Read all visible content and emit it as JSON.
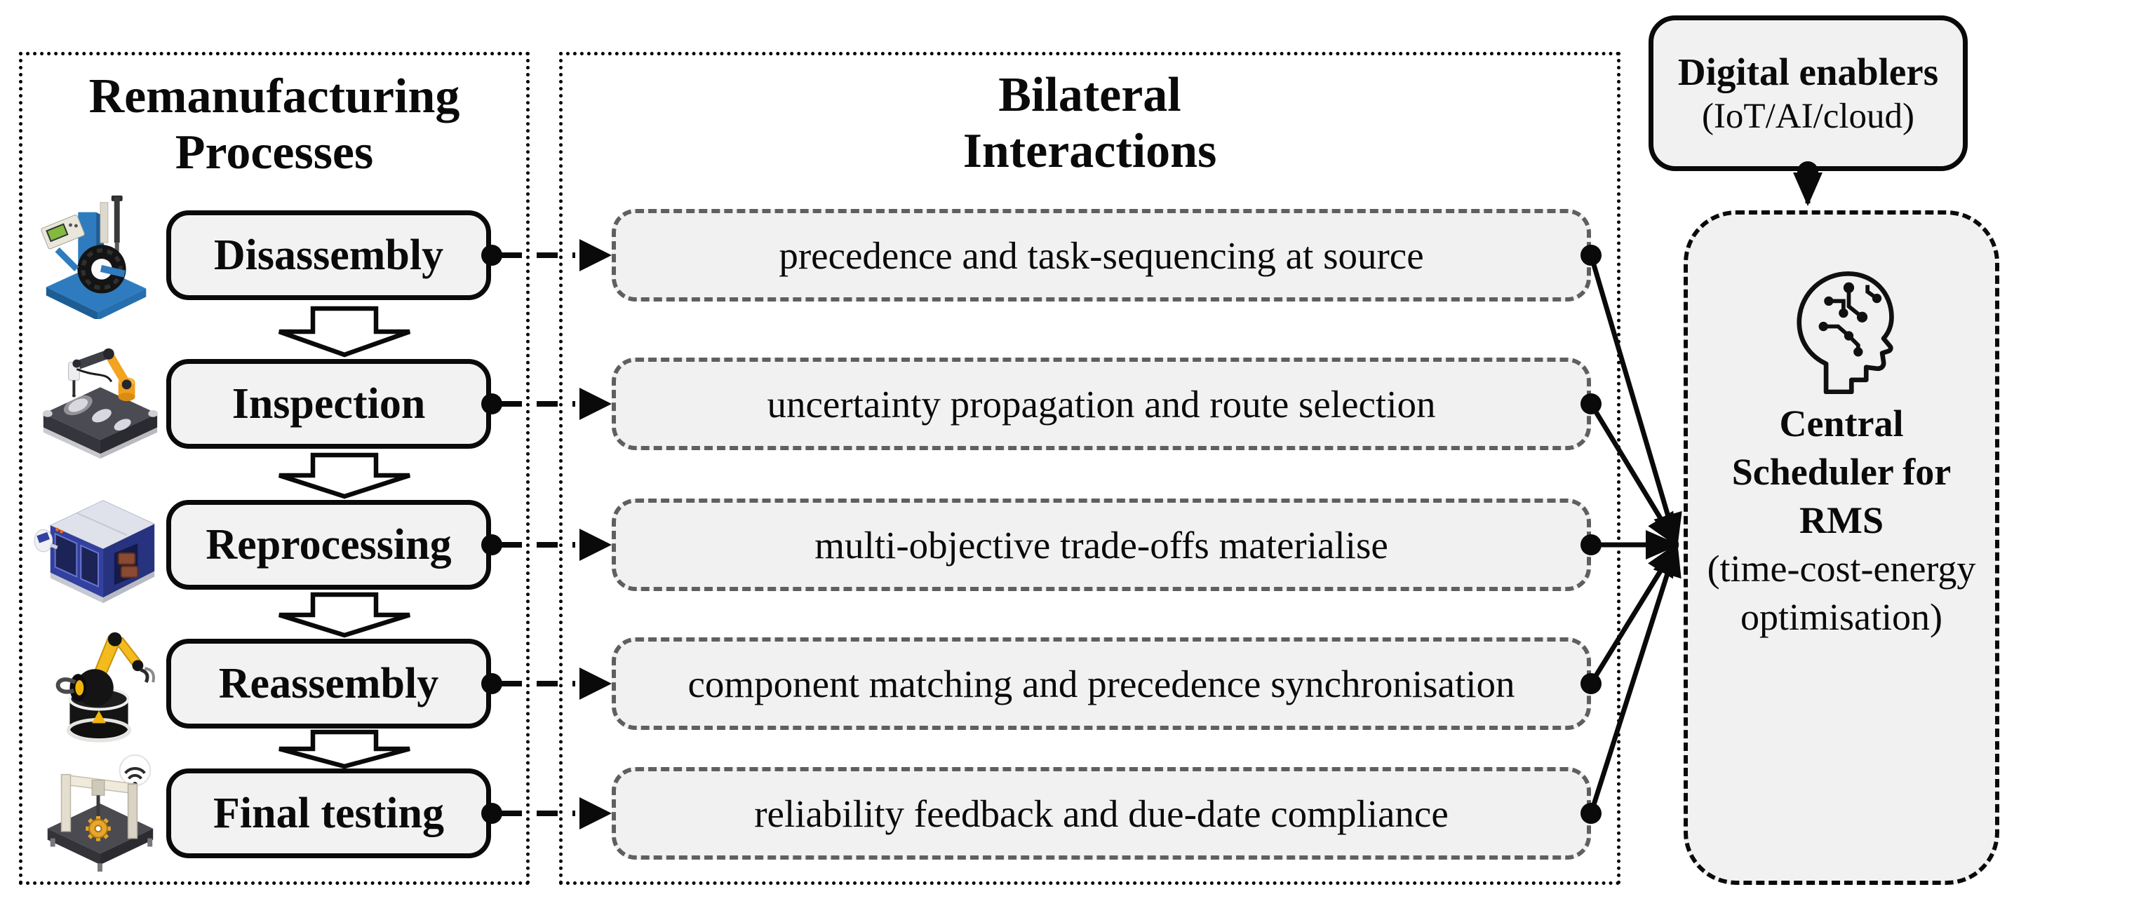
{
  "left_panel": {
    "title_line1": "Remanufacturing",
    "title_line2": "Processes",
    "processes": [
      {
        "label": "Disassembly",
        "icon": "tire-changer-icon"
      },
      {
        "label": "Inspection",
        "icon": "inspection-robot-icon"
      },
      {
        "label": "Reprocessing",
        "icon": "cnc-machine-icon"
      },
      {
        "label": "Reassembly",
        "icon": "assembly-robot-icon"
      },
      {
        "label": "Final testing",
        "icon": "cmm-machine-icon"
      }
    ]
  },
  "middle_panel": {
    "title_line1": "Bilateral",
    "title_line2": "Interactions",
    "interactions": [
      {
        "label": "precedence and task-sequencing at source"
      },
      {
        "label": "uncertainty propagation and route selection"
      },
      {
        "label": "multi-objective trade-offs materialise"
      },
      {
        "label": "component matching and precedence synchronisation"
      },
      {
        "label": "reliability feedback and due-date compliance"
      }
    ]
  },
  "digital_enablers": {
    "title": "Digital enablers",
    "subtitle": "(IoT/AI/cloud)"
  },
  "central_scheduler": {
    "icon": "ai-head-icon",
    "line1": "Central",
    "line2": "Scheduler for",
    "line3": "RMS",
    "line4": "(time-cost-energy",
    "line5": "optimisation)"
  },
  "colors": {
    "box_fill": "#f1f1f1",
    "box_border": "#0a0a0a",
    "interaction_dash": "#5f5f5f",
    "machine_blue": "#2e7cbf",
    "machine_navy": "#32409f",
    "robot_yellow": "#f2b40a",
    "robot_orange": "#f2a31f"
  }
}
